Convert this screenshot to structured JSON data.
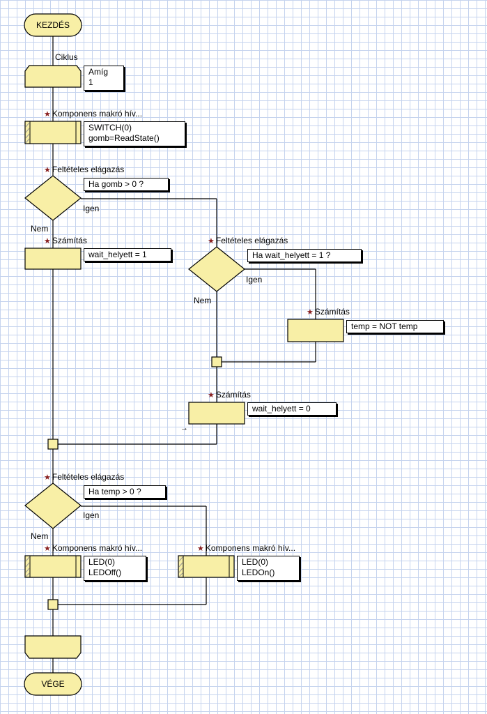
{
  "start": "KEZDÉS",
  "end": "VÉGE",
  "loop": {
    "title": "Ciklus",
    "line1": "Amíg",
    "line2": "1"
  },
  "macro1": {
    "title": "Komponens makró hív...",
    "line1": "SWITCH(0)",
    "line2": "gomb=ReadState()"
  },
  "decision1": {
    "title": "Feltételes elágazás",
    "condition": "Ha gomb > 0 ?",
    "yes": "Igen",
    "no": "Nem"
  },
  "calc1": {
    "title": "Számítás",
    "expr": "wait_helyett = 1"
  },
  "decision2": {
    "title": "Feltételes elágazás",
    "condition": "Ha wait_helyett = 1 ?",
    "yes": "Igen",
    "no": "Nem"
  },
  "calc2": {
    "title": "Számítás",
    "expr": "temp = NOT temp"
  },
  "calc3": {
    "title": "Számítás",
    "expr": "wait_helyett = 0"
  },
  "decision3": {
    "title": "Feltételes elágazás",
    "condition": "Ha temp > 0 ?",
    "yes": "Igen",
    "no": "Nem"
  },
  "macro2": {
    "title": "Komponens makró hív...",
    "line1": "LED(0)",
    "line2": "LEDOff()"
  },
  "macro3": {
    "title": "Komponens makró hív...",
    "line1": "LED(0)",
    "line2": "LEDOn()"
  },
  "colors": {
    "shape_fill": "#f8efa6",
    "grid": "#c5d3ee",
    "star": "#8a2020"
  }
}
